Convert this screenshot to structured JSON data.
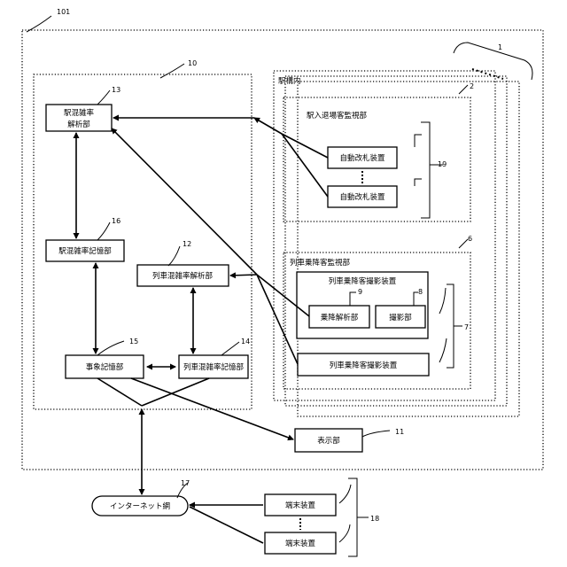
{
  "refs": {
    "r101": "101",
    "r10": "10",
    "r1": "1",
    "r2": "2",
    "r6": "6",
    "r7": "7",
    "r8": "8",
    "r9": "9",
    "r11": "11",
    "r12": "12",
    "r13": "13",
    "r14": "14",
    "r15": "15",
    "r16": "16",
    "r17": "17",
    "r18": "18",
    "r19": "19"
  },
  "labels": {
    "station_inside": "駅構内",
    "gate_monitor": "駅入退場客監視部",
    "train_monitor": "列車乗降客監視部",
    "camera_unit_title": "列車乗降客撮影装置",
    "network": "インターネット網"
  },
  "boxes": {
    "station_congestion_analysis_line1": "駅混雑率",
    "station_congestion_analysis_line2": "解析部",
    "station_congestion_memory": "駅混雑率記憶部",
    "train_congestion_analysis": "列車混雑率解析部",
    "event_memory": "事象記憶部",
    "train_congestion_memory": "列車混雑率記憶部",
    "display": "表示部",
    "auto_gate_1": "自動改札装置",
    "auto_gate_2": "自動改札装置",
    "boarding_analysis": "乗降解析部",
    "camera_part": "撮影部",
    "camera_device": "列車乗降客撮影装置",
    "terminal_1": "端末装置",
    "terminal_2": "端末装置"
  }
}
